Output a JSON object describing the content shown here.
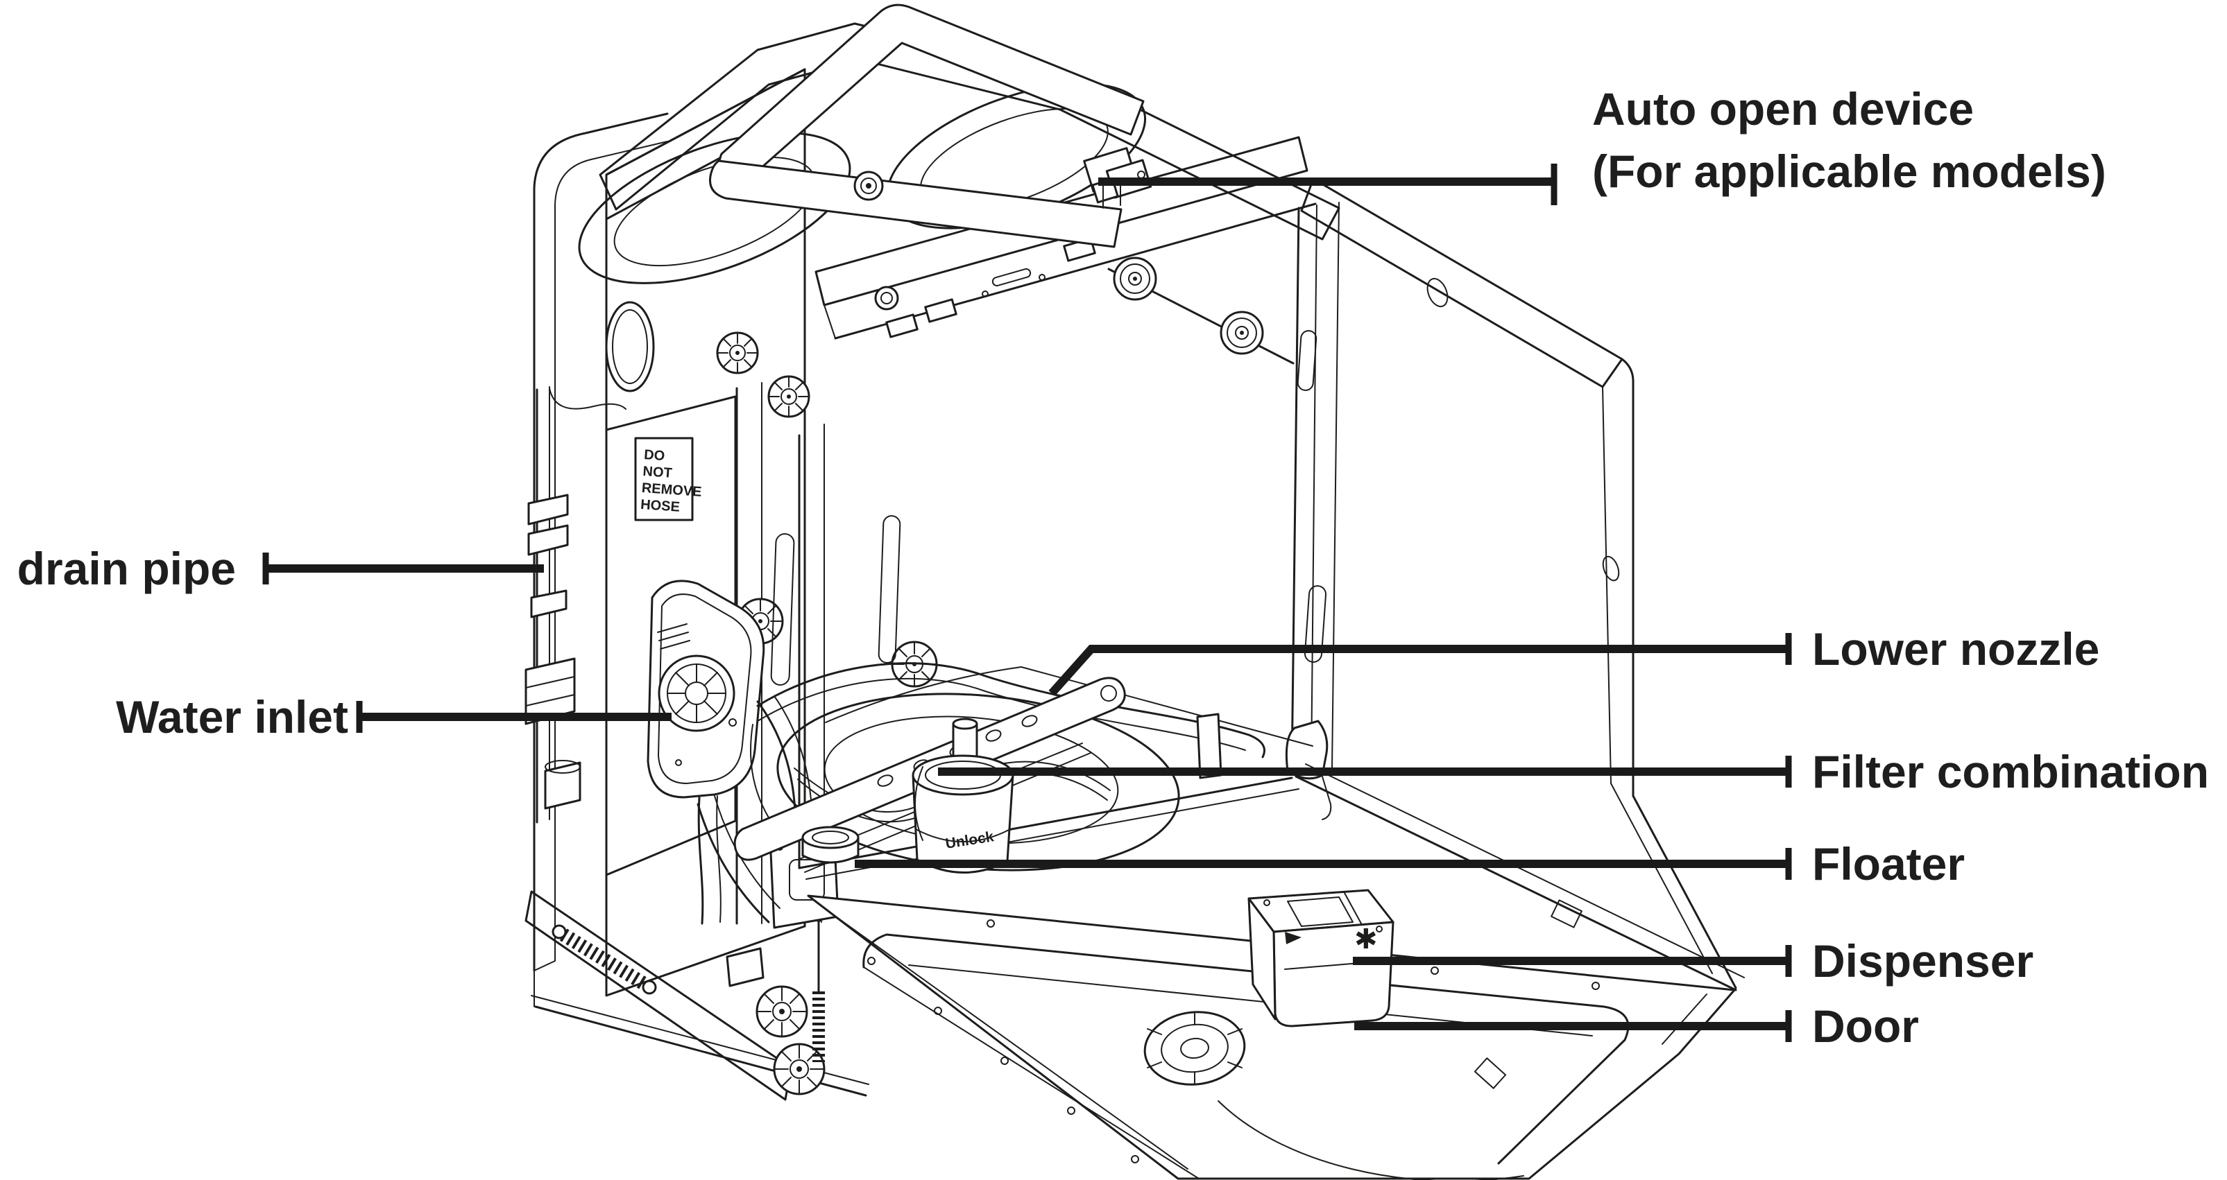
{
  "figure": {
    "kind": "technical line diagram",
    "subject": "dishwasher internal parts, isometric rear view with open door",
    "background_color": "#ffffff",
    "line_color": "#1d1d1b",
    "leader_color": "#1a1a1a",
    "text_color": "#1e1e1e"
  },
  "callouts": {
    "auto_open_device": {
      "label": "Auto open device",
      "label_line2": "(For applicable models)"
    },
    "drain_pipe": {
      "label": "drain pipe"
    },
    "water_inlet": {
      "label": "Water inlet"
    },
    "lower_nozzle": {
      "label": "Lower nozzle"
    },
    "filter_combination": {
      "label": "Filter combination"
    },
    "floater": {
      "label": "Floater"
    },
    "dispenser": {
      "label": "Dispenser"
    },
    "door": {
      "label": "Door"
    }
  },
  "machine_markings": {
    "panel_warning_lines": [
      "DO",
      "NOT",
      "REMOVE",
      "HOSE"
    ],
    "filter_cup_label": "Unlock"
  }
}
